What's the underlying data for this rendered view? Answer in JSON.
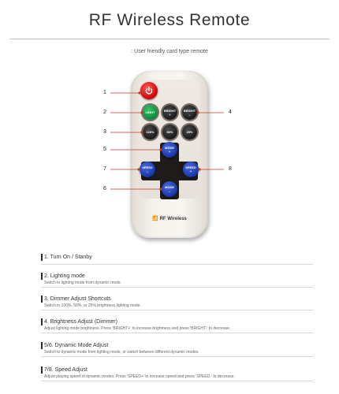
{
  "header": {
    "title": "RF Wireless Remote",
    "subtitle": ": User friendly card type remote"
  },
  "remote": {
    "power_icon": "power-icon",
    "row2": [
      {
        "top": "LIGHT",
        "bottom": "",
        "color": "#0b8a3c"
      },
      {
        "top": "BRIGHT",
        "bottom": "+",
        "color": "#1a1a1a"
      },
      {
        "top": "BRIGHT",
        "bottom": "–",
        "color": "#1a1a1a"
      }
    ],
    "row3": [
      "100%",
      "50%",
      "25%"
    ],
    "mode_up": {
      "top": "MODE",
      "bottom": "+"
    },
    "mode_down": {
      "top": "MODE",
      "bottom": "–"
    },
    "speed_left": {
      "top": "SPEED",
      "bottom": "–"
    },
    "speed_right": {
      "top": "SPEED",
      "bottom": "+"
    },
    "brand": "RF Wireless",
    "brand_icon": "wifi-icon"
  },
  "callouts": [
    "1",
    "2",
    "3",
    "4",
    "5",
    "6",
    "7",
    "8"
  ],
  "features": [
    {
      "title": "1. Turn On / Stanby",
      "desc": ""
    },
    {
      "title": "2. Lighting mode",
      "desc": "Switch to lighting mode from dynamic mode."
    },
    {
      "title": "3. Dimmer Adjust Shortcuts",
      "desc": "Switch to 100%, 50%, or 25% brightness lighting mode."
    },
    {
      "title": "4. Brightness Adjust (Dimmer)",
      "desc": "Adjust lighting mode brightness. Press 'BRIGHT+' to increase brightness and press 'BRIGHT-' to decrease."
    },
    {
      "title": "5/6. Dynamic Mode Adjust",
      "desc": "Switch to dynamic mode from lighting mode, or switch between different dynamic modes."
    },
    {
      "title": "7/8. Speed Adjust",
      "desc": "Adjust playing speed of dynamic modes. Press 'SPEED+' to increase speed and press 'SPEED-' to decrease."
    }
  ],
  "colors": {
    "power": "#d00000",
    "light": "#0b8a3c",
    "mode": "#1735a8",
    "dark": "#1a1a1a"
  }
}
